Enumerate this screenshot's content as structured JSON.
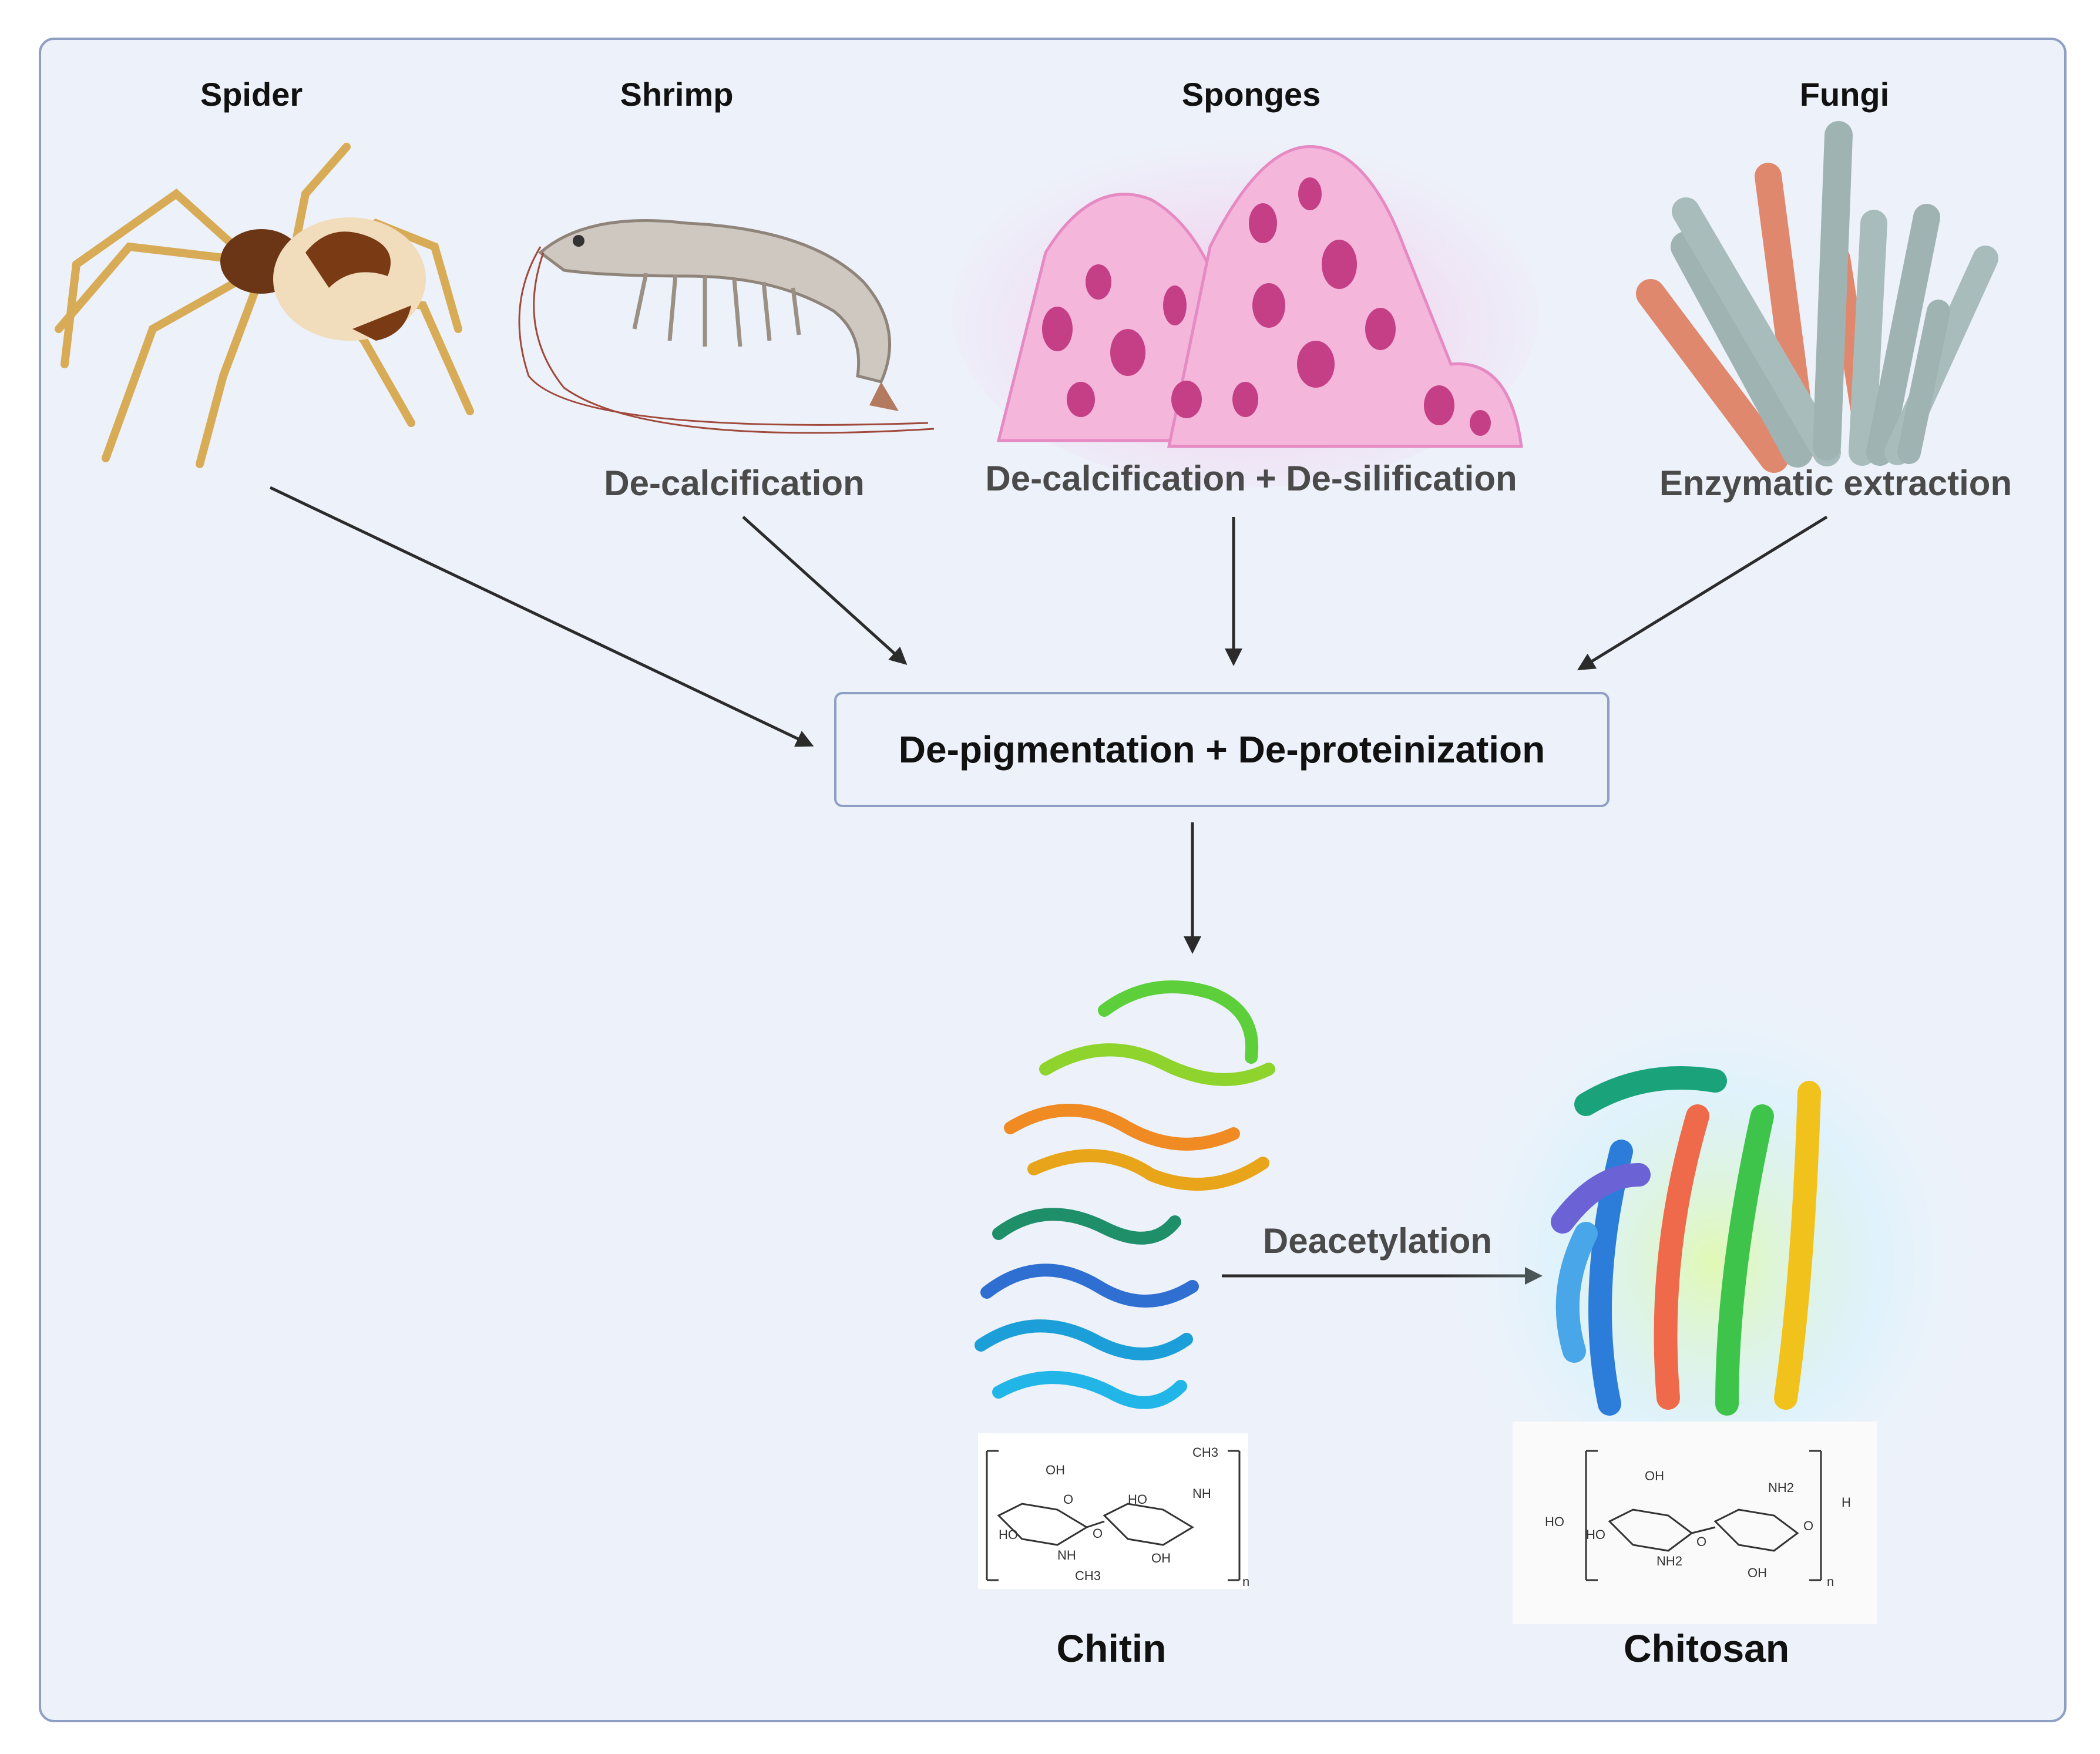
{
  "organisms": {
    "spider": "Spider",
    "shrimp": "Shrimp",
    "sponges": "Sponges",
    "fungi": "Fungi"
  },
  "steps": {
    "shrimp": "De-calcification",
    "sponges": "De-calcification + De-silification",
    "fungi": "Enzymatic extraction",
    "central": "De-pigmentation + De-proteinization",
    "deacetylation": "Deacetylation"
  },
  "products": {
    "chitin": "Chitin",
    "chitosan": "Chitosan"
  },
  "structure_labels": {
    "chitin": [
      "OH",
      "CH3",
      "NH",
      "HO",
      "HO",
      "O",
      "O",
      "NH",
      "OH",
      "CH3",
      "n"
    ],
    "chitosan": [
      "OH",
      "NH2",
      "H",
      "HO",
      "HO",
      "O",
      "O",
      "NH2",
      "OH",
      "n"
    ]
  },
  "colors": {
    "panel_bg": "#edf2fa",
    "border": "#8f9fc4",
    "arrow": "#2b2b2b"
  }
}
